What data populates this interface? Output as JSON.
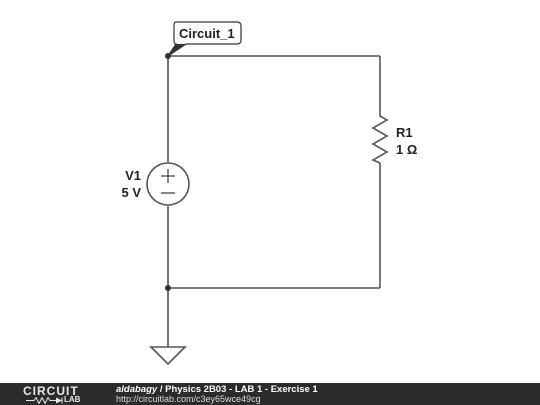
{
  "net_label": "Circuit_1",
  "voltage_source": {
    "name": "V1",
    "value": "5 V",
    "plus_symbol": "+",
    "minus_symbol": "−"
  },
  "resistor": {
    "name": "R1",
    "value": "1 Ω"
  },
  "footer": {
    "logo_top": "CIRCUIT",
    "logo_bottom": "LAB",
    "user": "aldabagy",
    "separator": " / ",
    "project_title": "Physics 2B03 - LAB 1 - Exercise 1",
    "url": "http://circuitlab.com/c3ey65wce49cg"
  },
  "colors": {
    "wire": "#555555",
    "footer_bg": "#2b2b2b",
    "label_box_border": "#333333"
  }
}
